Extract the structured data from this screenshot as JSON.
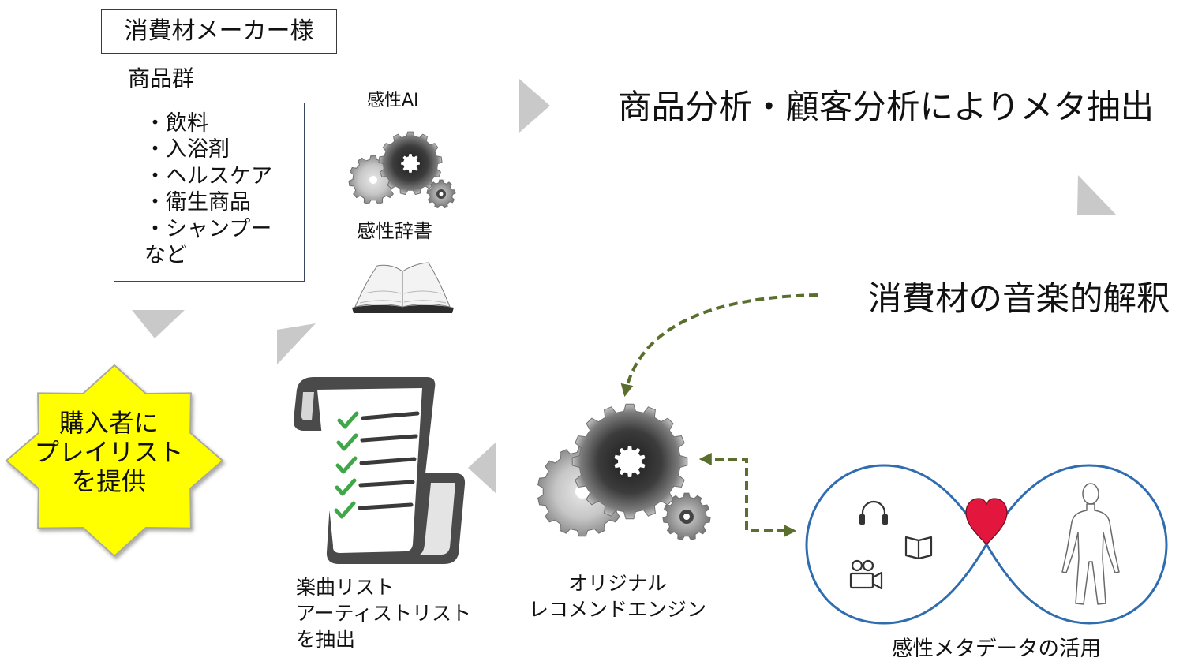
{
  "maker": {
    "label": "消費材メーカー様"
  },
  "products": {
    "title": "商品群",
    "items": [
      "・飲料",
      "・入浴剤",
      "・ヘルスケア",
      "・衛生商品",
      "・シャンプー",
      "など"
    ]
  },
  "kansei_ai": {
    "label": "感性AI",
    "icon": "gears-icon"
  },
  "kansei_dictionary": {
    "label": "感性辞書",
    "icon": "open-book-icon"
  },
  "steps": {
    "meta_extraction": "商品分析・顧客分析によりメタ抽出",
    "music_interpretation": "消費材の音楽的解釈"
  },
  "engine": {
    "lines": [
      "オリジナル",
      "レコメンドエンジン"
    ],
    "icon": "gears-icon"
  },
  "metadata_usage": {
    "label": "感性メタデータの活用",
    "icons": [
      "infinity-loop-icon",
      "heart-icon",
      "headphones-icon",
      "book-icon",
      "video-camera-icon",
      "human-figure-icon"
    ]
  },
  "extraction": {
    "lines": [
      "楽曲リスト",
      "アーティストリスト",
      "を抽出"
    ],
    "icon": "checklist-scroll-icon"
  },
  "offer": {
    "lines": [
      "購入者に",
      "プレイリスト",
      "を提供"
    ],
    "icon": "starburst-icon"
  },
  "colors": {
    "flow_arrow": "#c9c9c9",
    "dashed_connector": "#5a6f2e",
    "burst_fill": "#ffff00",
    "infinity_stroke": "#2f6db0",
    "heart": "#e3173e",
    "checkmark": "#3fa74a",
    "text": "#111111"
  }
}
